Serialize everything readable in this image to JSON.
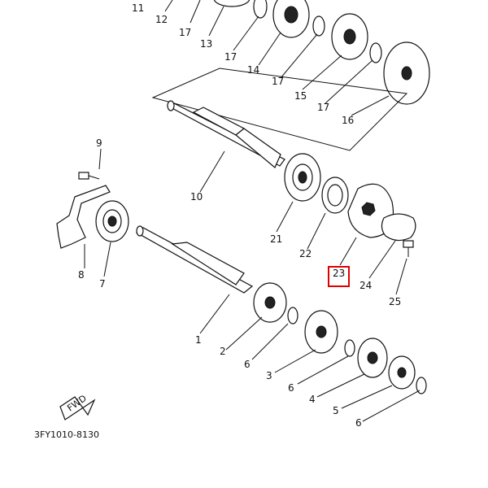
{
  "diagram": {
    "part_code": "3FY1010-8130",
    "fwd_label": "FWD",
    "labels": [
      "11",
      "12",
      "17",
      "13",
      "17",
      "14",
      "17",
      "15",
      "17",
      "16",
      "9",
      "10",
      "21",
      "22",
      "23",
      "8",
      "7",
      "24",
      "25",
      "1",
      "2",
      "6",
      "3",
      "6",
      "4",
      "5",
      "6"
    ],
    "highlight_color": "#e00000"
  }
}
